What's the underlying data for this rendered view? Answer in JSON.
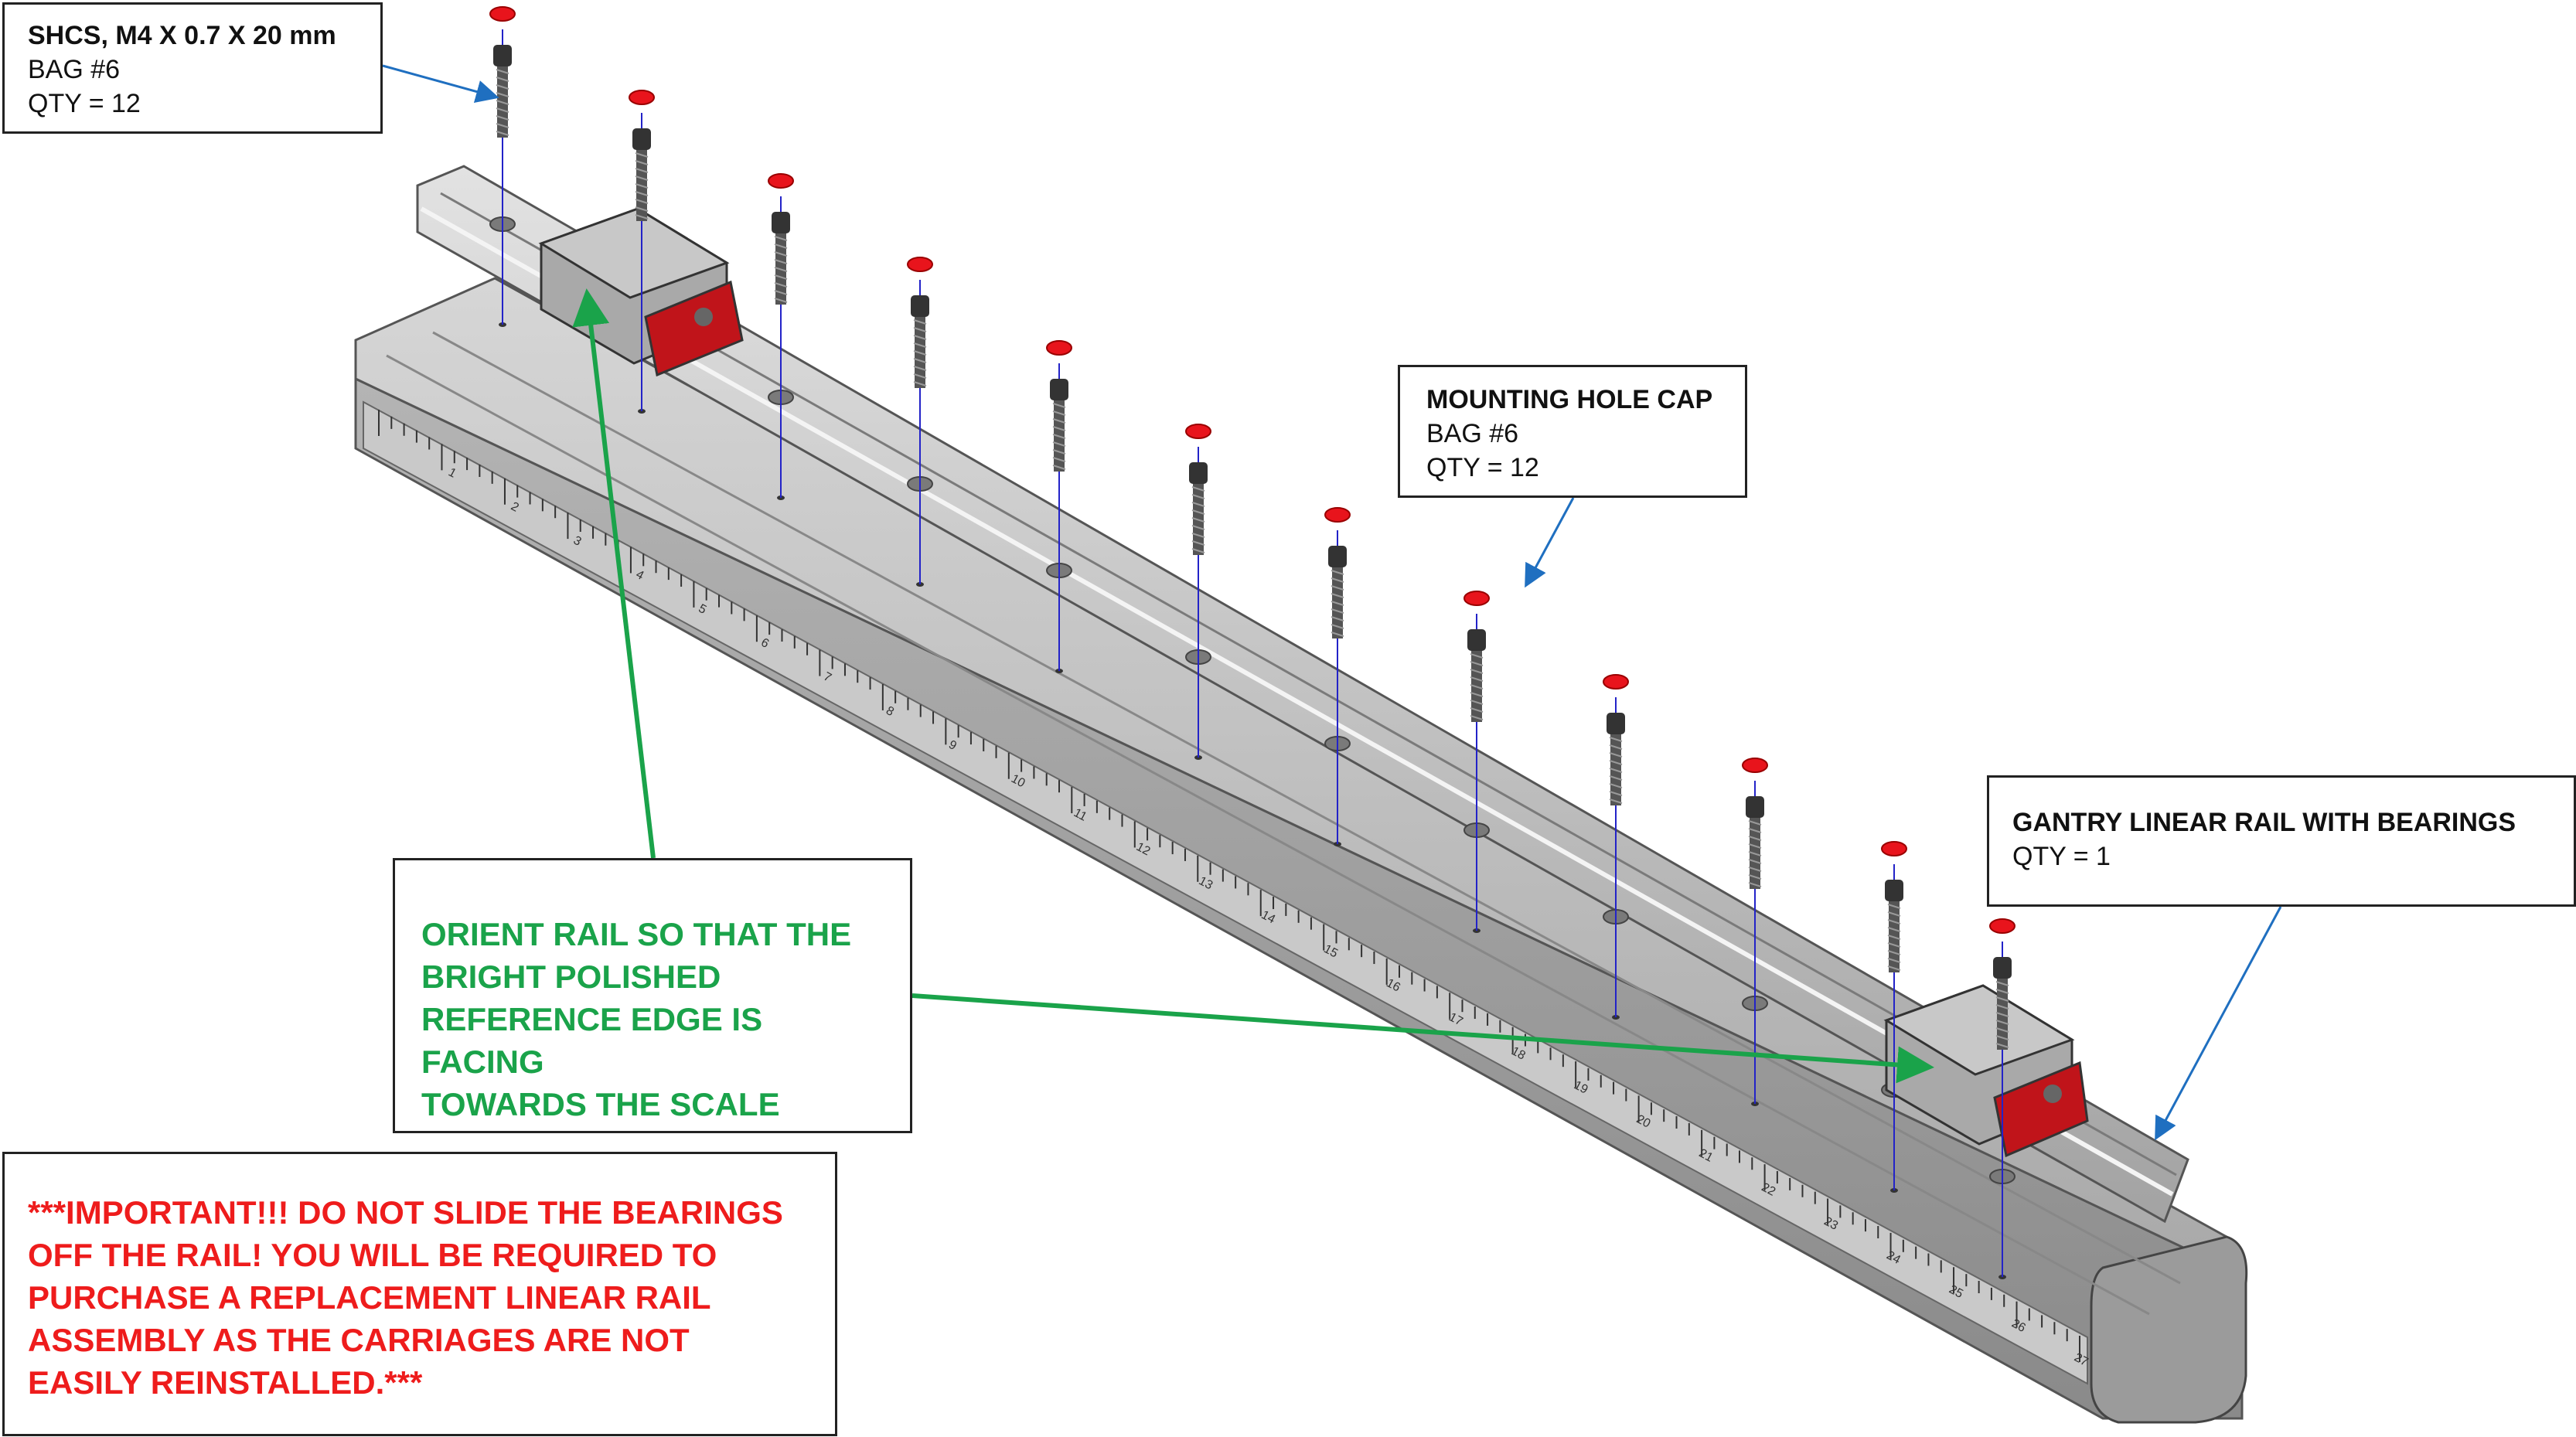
{
  "callouts": {
    "shcs": {
      "title": "SHCS, M4 X 0.7 X 20 mm",
      "bag": "BAG #6",
      "qty": "QTY = 12"
    },
    "cap": {
      "title": "MOUNTING HOLE CAP",
      "bag": "BAG #6",
      "qty": "QTY = 12"
    },
    "rail": {
      "title": "GANTRY LINEAR RAIL WITH BEARINGS",
      "qty": "QTY = 1"
    },
    "orient": {
      "lines": [
        "ORIENT RAIL SO THAT THE",
        "BRIGHT POLISHED",
        "REFERENCE EDGE IS FACING",
        "TOWARDS THE SCALE"
      ]
    },
    "important": {
      "lines": [
        "***IMPORTANT!!! DO NOT SLIDE THE BEARINGS",
        "OFF THE RAIL! YOU WILL BE REQUIRED TO",
        "PURCHASE A REPLACEMENT LINEAR RAIL",
        "ASSEMBLY AS THE CARRIAGES ARE NOT",
        "EASILY REINSTALLED.***"
      ]
    }
  },
  "scale_numbers": [
    "1",
    "2",
    "3",
    "4",
    "5",
    "6",
    "7",
    "8",
    "9",
    "10",
    "11",
    "12",
    "13",
    "14",
    "15",
    "16",
    "17",
    "18",
    "19",
    "20",
    "21",
    "22",
    "23",
    "24",
    "25",
    "26",
    "27"
  ],
  "colors": {
    "extrusion": "#b9b9b9",
    "extrusion_dark": "#8d8d8d",
    "rail": "#c7c7c7",
    "carriage": "#a8a8a8",
    "bearing_red": "#c0141a",
    "cap_red": "#e8141c",
    "leader_blue": "#1f6fc0",
    "guide_line": "#2323c8",
    "orient_green": "#1aa34a",
    "warning_red": "#ee1c1c"
  },
  "icons": [
    "screw-icon",
    "mounting-hole-cap-icon",
    "carriage-icon"
  ]
}
